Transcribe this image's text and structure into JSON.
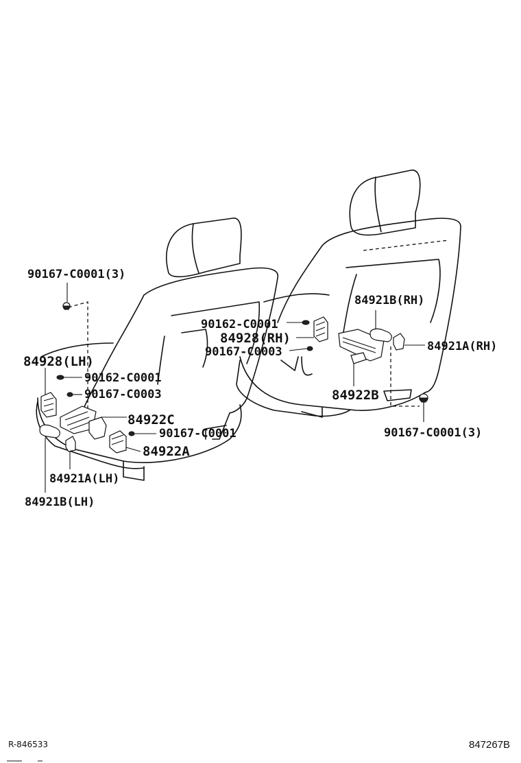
{
  "labels": {
    "p90167_c0001_3_lh": "90167-C0001(3)",
    "p84928_lh": "84928(LH)",
    "p90162_c0001_lh": "90162-C0001",
    "p90167_c0003_lh": "90167-C0003",
    "p84922c": "84922C",
    "p90167_c0001_lh": "90167-C0001",
    "p84922a": "84922A",
    "p84921a_lh": "84921A(LH)",
    "p84921b_lh": "84921B(LH)",
    "p84921b_rh": "84921B(RH)",
    "p90162_c0001_rh": "90162-C0001",
    "p84928_rh": "84928(RH)",
    "p90167_c0003_rh": "90167-C0003",
    "p84921a_rh": "84921A(RH)",
    "p84922b": "84922B",
    "p90167_c0001_3_rh": "90167-C0001(3)"
  },
  "footer": {
    "left_code": "R-846533",
    "right_code": "847267B"
  }
}
